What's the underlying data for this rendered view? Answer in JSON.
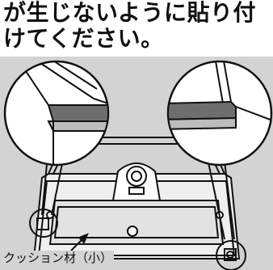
{
  "instruction": {
    "line1": "が生じないように貼り付",
    "line2": "けてください。"
  },
  "figure": {
    "callout_label": "クッション材（小）"
  },
  "colors": {
    "panel_background": "#d3d3d3",
    "line_art": "#111111",
    "circle_fill": "#ffffff"
  }
}
